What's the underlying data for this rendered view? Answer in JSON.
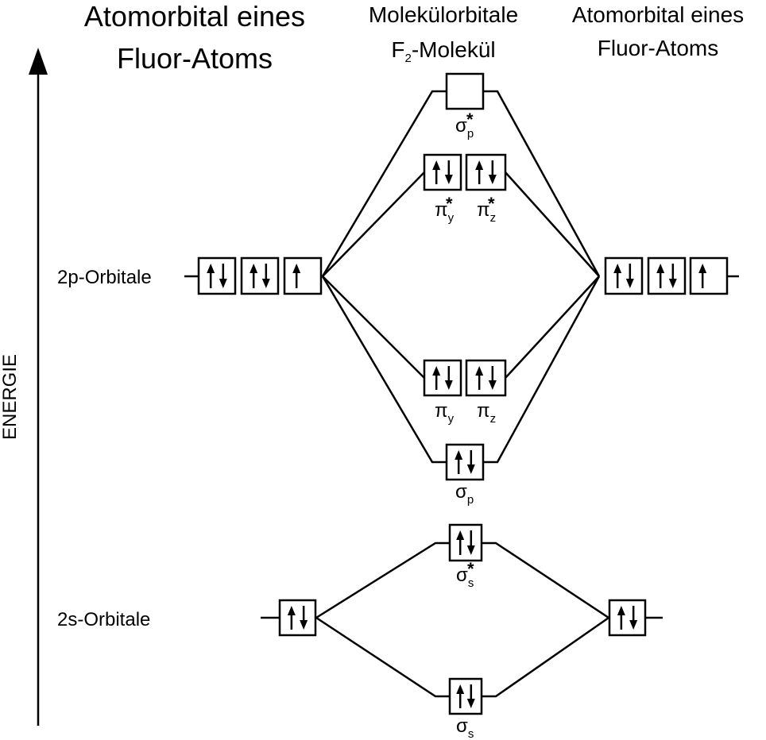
{
  "titles": {
    "left_line1": "Atomorbital eines",
    "left_line2": "Fluor-Atoms",
    "mid_line1": "Molekülorbitale",
    "mid_line2_prefix": "F",
    "mid_line2_sub": "2",
    "mid_line2_suffix": "-Molekül",
    "right_line1": "Atomorbital eines",
    "right_line2": "Fluor-Atoms"
  },
  "axis": {
    "label": "ENERGIE"
  },
  "levels": {
    "p_label": "2p-Orbitale",
    "s_label": "2s-Orbitale"
  },
  "mo_labels": {
    "sigma_p_star": {
      "sym": "σ",
      "sub": "p",
      "star": "*"
    },
    "pi_y_star": {
      "sym": "π",
      "sub": "y",
      "star": "*"
    },
    "pi_z_star": {
      "sym": "π",
      "sub": "z",
      "star": "*"
    },
    "pi_y": {
      "sym": "π",
      "sub": "y"
    },
    "pi_z": {
      "sym": "π",
      "sub": "z"
    },
    "sigma_p": {
      "sym": "σ",
      "sub": "p"
    },
    "sigma_s_star": {
      "sym": "σ",
      "sub": "s",
      "star": "*"
    },
    "sigma_s": {
      "sym": "σ",
      "sub": "s"
    }
  },
  "occupancy": {
    "left_2p": [
      "up-down",
      "up-down",
      "up"
    ],
    "right_2p": [
      "up-down",
      "up-down",
      "up"
    ],
    "left_2s": "up-down",
    "right_2s": "up-down",
    "sigma_p_star": "empty",
    "pi_y_star": "up-down",
    "pi_z_star": "up-down",
    "pi_y": "up-down",
    "pi_z": "up-down",
    "sigma_p": "up-down",
    "sigma_s_star": "up-down",
    "sigma_s": "up-down"
  }
}
